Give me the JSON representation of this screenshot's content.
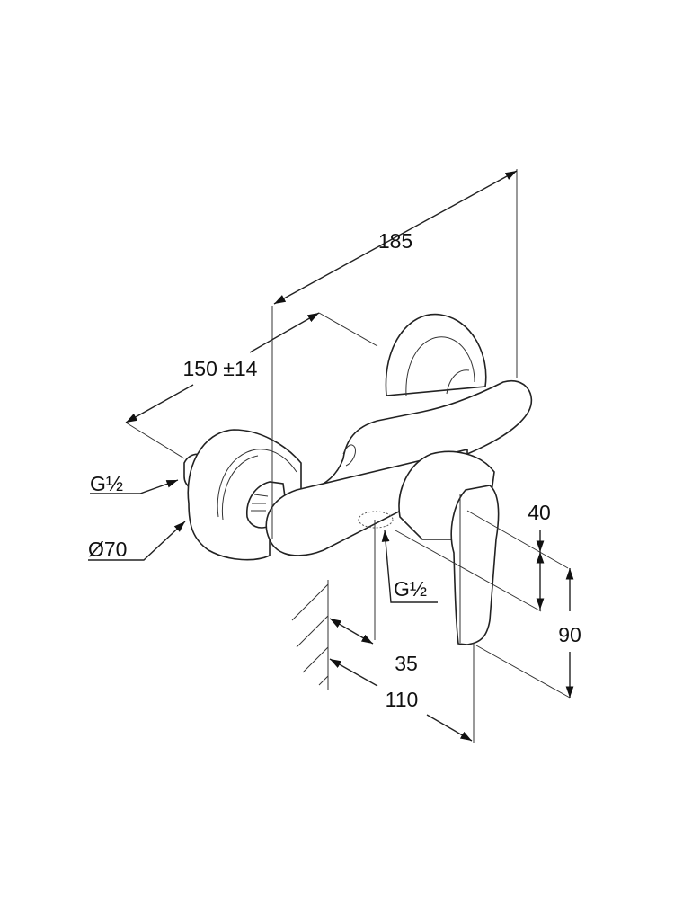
{
  "title": "Shower mixer dimension drawing",
  "dimensions": {
    "overall_width": "185",
    "centre_distance": "150 ±14",
    "inlet_thread_left": "G½",
    "rosette_diameter": "Ø70",
    "outlet_thread": "G½",
    "handle_height": "40",
    "total_height": "90",
    "outlet_projection": "35",
    "handle_projection": "110"
  },
  "colors": {
    "line": "#222222",
    "background": "#ffffff"
  }
}
